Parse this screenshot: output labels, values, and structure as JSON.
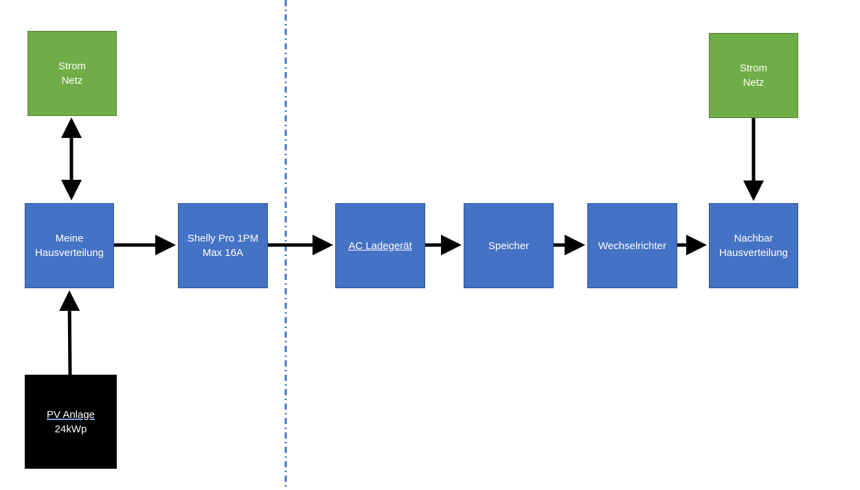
{
  "diagram": {
    "nodes": {
      "grid_left": {
        "line1": "Strom",
        "line2": "Netz"
      },
      "my_distribution": {
        "line1": "Meine",
        "line2": "Hausverteilung"
      },
      "shelly": {
        "line1": "Shelly Pro 1PM",
        "line2": "Max 16A"
      },
      "pv": {
        "line1": "PV Anlage",
        "line2": "24kWp"
      },
      "ac_charger": {
        "line1": "AC Ladegerät"
      },
      "storage": {
        "line1": "Speicher"
      },
      "inverter": {
        "line1": "Wechselrichter"
      },
      "neighbor_distribution": {
        "line1": "Nachbar",
        "line2": "Hausverteilung"
      },
      "grid_right": {
        "line1": "Strom",
        "line2": "Netz"
      }
    },
    "colors": {
      "process_box": "#4472c4",
      "grid_box": "#70ad47",
      "pv_box": "#000000",
      "arrow": "#000000",
      "divider": "#4472c4"
    }
  }
}
